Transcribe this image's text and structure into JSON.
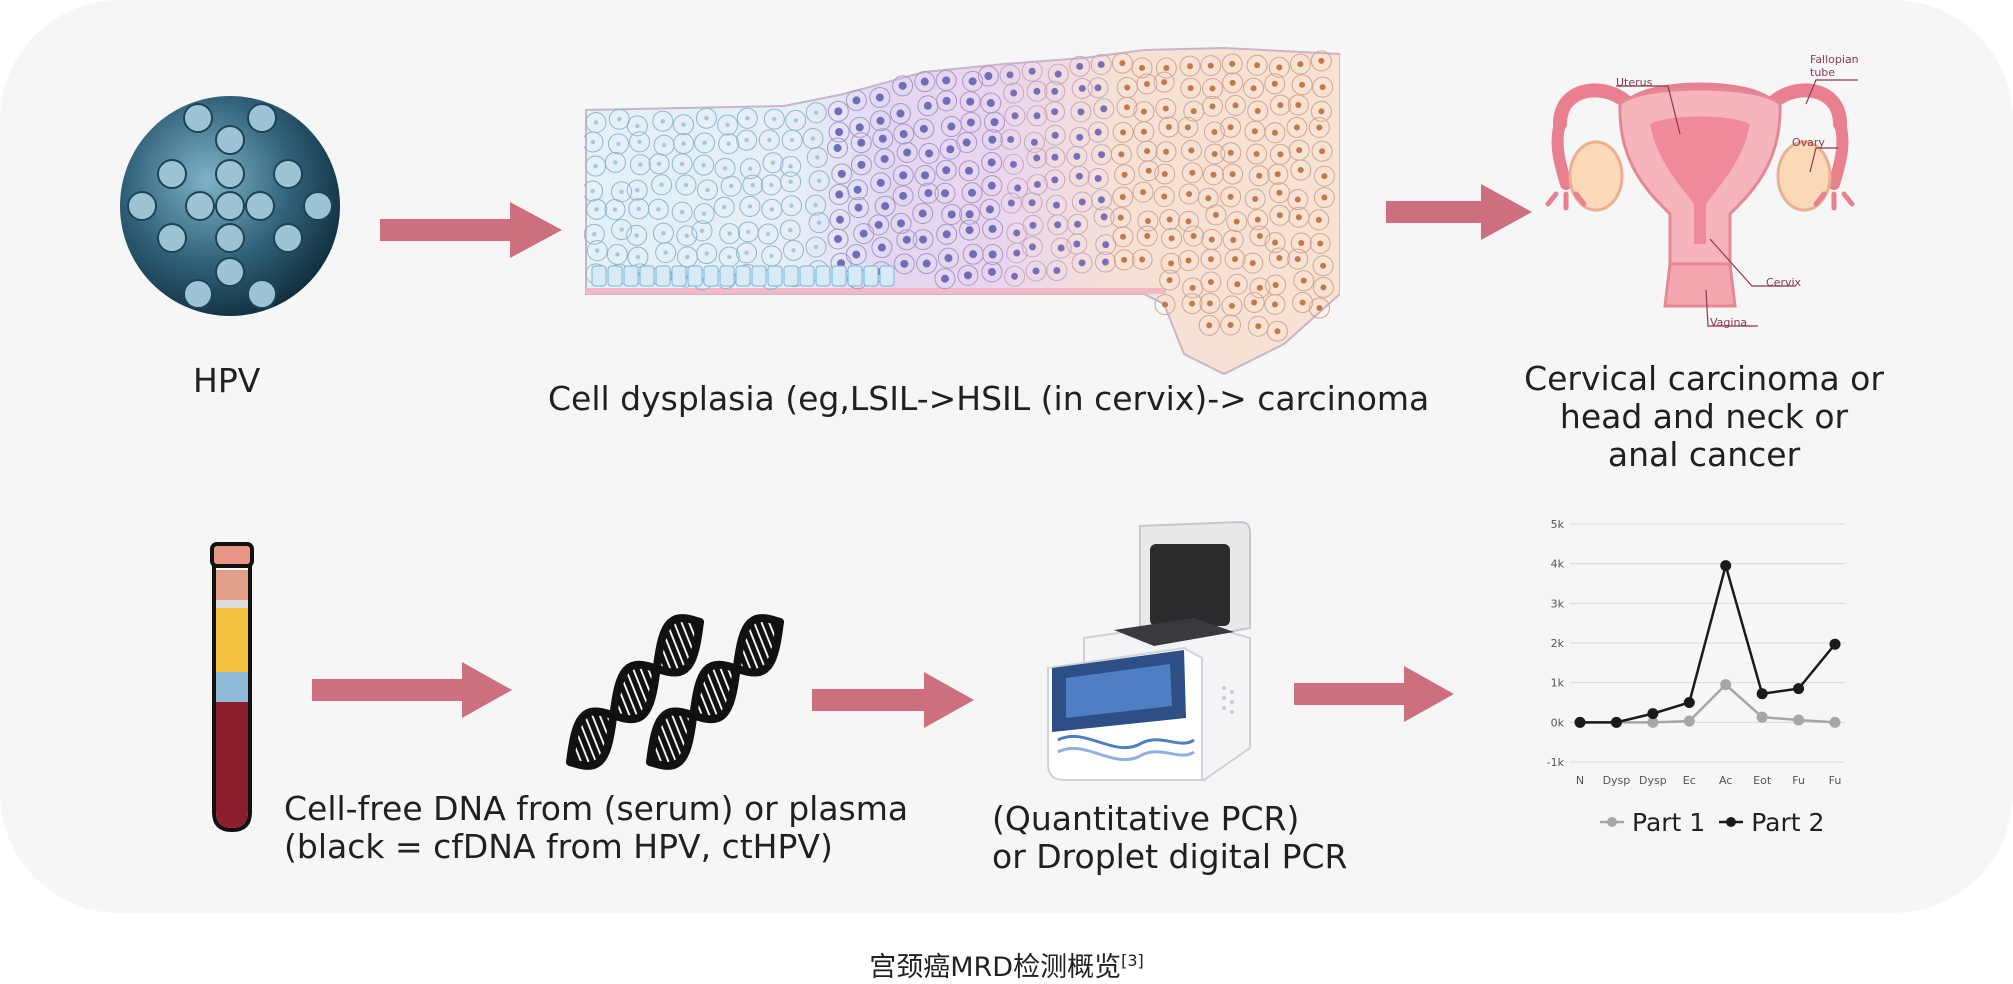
{
  "labels": {
    "hpv": "HPV",
    "dysplasia": "Cell dysplasia (eg,LSIL->HSIL (in cervix)-> carcinoma",
    "cancer_lines": [
      "Cervical carcinoma or",
      "head and neck or",
      "anal cancer"
    ],
    "cfdna_lines": [
      "Cell-free DNA from (serum) or plasma",
      "(black = cfDNA from HPV, ctHPV)"
    ],
    "pcr_lines": [
      "(Quantitative PCR)",
      "or Droplet digital PCR"
    ]
  },
  "anatomy": {
    "uterus": "Uterus",
    "fallopian_lines": [
      "Fallopian",
      "tube"
    ],
    "ovary": "Ovary",
    "cervix": "Cervix",
    "vagina": "Vagina"
  },
  "caption": {
    "text": "宫颈癌MRD检测概览",
    "ref": "[3]"
  },
  "colors": {
    "arrow": "#cd6f7f",
    "panel": "#f6f6f6",
    "virus": "#2f5f78",
    "tube_red": "#8c1e2b",
    "tube_yellow": "#f2c23e",
    "series1": "#a6a6a6",
    "series2": "#1a1a1a"
  },
  "chart_data": {
    "type": "line",
    "categories": [
      "N",
      "Dysp",
      "Dysp",
      "Ec",
      "Ac",
      "Eot",
      "Fu",
      "Fu"
    ],
    "ylim": [
      -1000,
      5000
    ],
    "yticks": [
      -1000,
      0,
      1000,
      2000,
      3000,
      4000,
      5000
    ],
    "ytick_labels": [
      "-1k",
      "0k",
      "1k",
      "2k",
      "3k",
      "4k",
      "5k"
    ],
    "grid": true,
    "legend_position": "bottom",
    "series": [
      {
        "name": "Part 1",
        "values": [
          0,
          0,
          0,
          30,
          950,
          130,
          60,
          0
        ]
      },
      {
        "name": "Part 2",
        "values": [
          0,
          0,
          220,
          500,
          3950,
          720,
          850,
          1970
        ]
      }
    ]
  }
}
